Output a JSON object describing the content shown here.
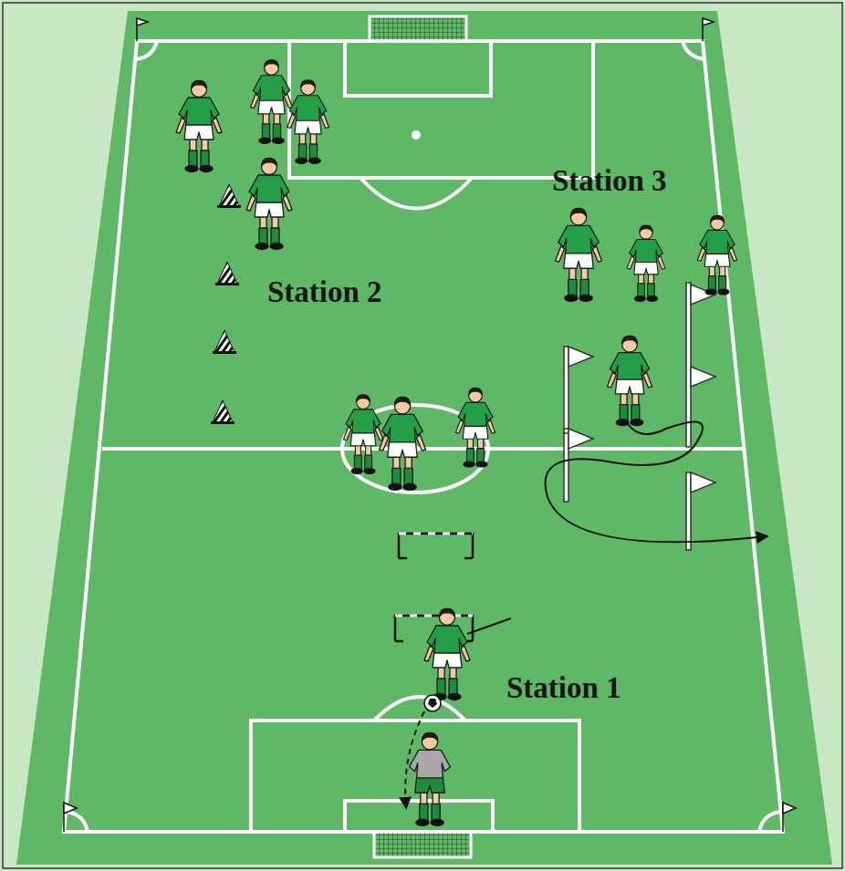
{
  "diagram": {
    "labels": [
      "Station 3",
      "Station 2",
      "Station 1"
    ]
  }
}
